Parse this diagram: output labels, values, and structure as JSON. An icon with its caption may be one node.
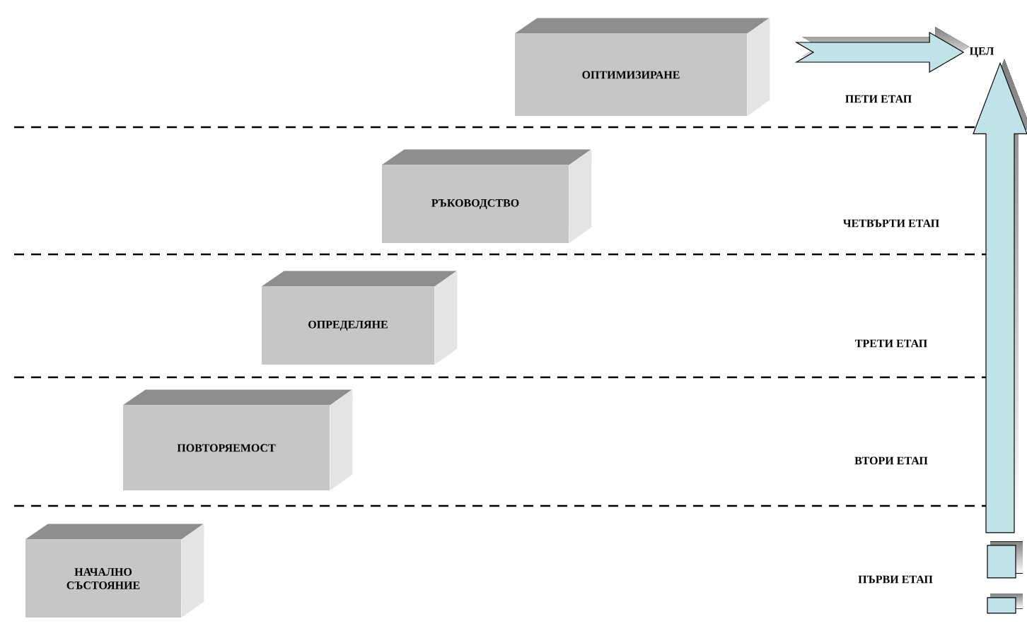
{
  "diagram": {
    "nodes": [
      {
        "text": [
          "НАЧАЛНО СЪСТОЯНИЕ"
        ]
      },
      {
        "text": [
          "ПОВТОРЯЕМОСТ"
        ]
      },
      {
        "text": [
          "ОПРЕДЕЛЯНЕ"
        ]
      },
      {
        "text": [
          "РЪКОВОДСТВО"
        ]
      },
      {
        "text": [
          "ОПТИМИЗИРАНЕ"
        ]
      },
      {
        "text": [
          "ЦЕЛ"
        ]
      }
    ],
    "edges": [
      {
        "from": null,
        "to": 5,
        "arrow": "to"
      },
      {
        "from": null,
        "to": 5,
        "arrow": "to"
      }
    ],
    "labels": [
      "ПЕТИ ЕТАП",
      "ЧЕТВЪРТИ ЕТАП",
      "ТРЕТИ ЕТАП",
      "ВТОРИ ЕТАП",
      "ПЪРВИ ЕТАП"
    ]
  }
}
